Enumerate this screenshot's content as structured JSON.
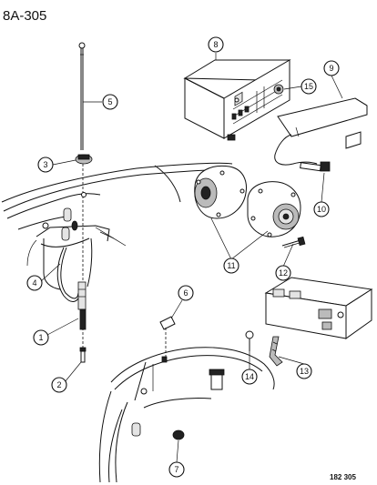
{
  "header": {
    "page_ref": "8A-305"
  },
  "footer": {
    "code": "182 305"
  },
  "callouts": [
    {
      "id": "1",
      "label": "1"
    },
    {
      "id": "2",
      "label": "2"
    },
    {
      "id": "3",
      "label": "3"
    },
    {
      "id": "4",
      "label": "4"
    },
    {
      "id": "5",
      "label": "5"
    },
    {
      "id": "6",
      "label": "6"
    },
    {
      "id": "7",
      "label": "7"
    },
    {
      "id": "8",
      "label": "8"
    },
    {
      "id": "9",
      "label": "9"
    },
    {
      "id": "10",
      "label": "10"
    },
    {
      "id": "11",
      "label": "11"
    },
    {
      "id": "12",
      "label": "12"
    },
    {
      "id": "13",
      "label": "13"
    },
    {
      "id": "14",
      "label": "14"
    },
    {
      "id": "15",
      "label": "15"
    }
  ]
}
